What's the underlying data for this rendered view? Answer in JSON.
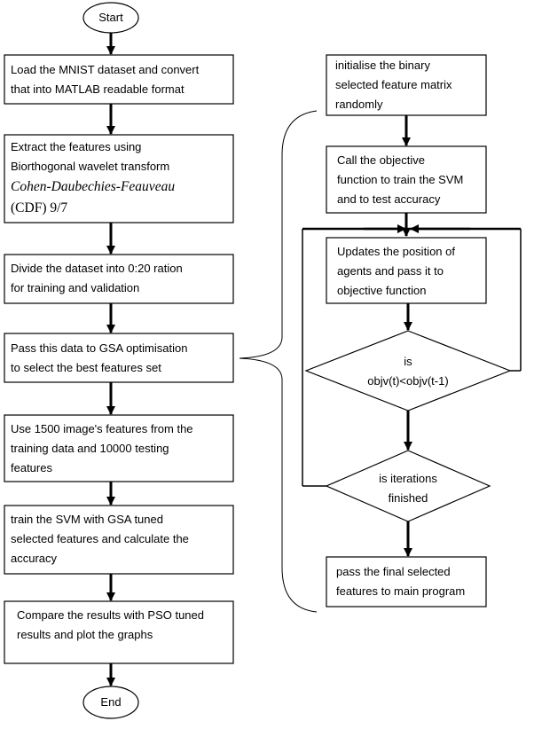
{
  "flowchart": {
    "start_label": "Start",
    "end_label": "End",
    "main_steps": [
      [
        "Load the MNIST dataset and convert",
        "that into MATLAB readable format"
      ],
      [
        "Extract the features using",
        "Biorthogonal wavelet transform"
      ],
      [
        "Divide the dataset into 0:20 ration",
        "for training and validation"
      ],
      [
        "Pass this data to GSA optimisation",
        "to select the best features set"
      ],
      [
        "Use 1500 image's features from the",
        "training data and 10000 testing",
        "features"
      ],
      [
        "train the SVM with GSA tuned",
        "selected features and calculate the",
        "accuracy"
      ],
      [
        "Compare the results with PSO tuned",
        "results and plot the graphs"
      ]
    ],
    "wavelet_name": "Cohen-Daubechies-Feauveau",
    "wavelet_suffix": "(CDF) 9/7",
    "gsa_steps": [
      [
        "initialise the binary",
        "selected feature matrix",
        "randomly"
      ],
      [
        "Call the objective",
        "function to train the SVM",
        "and to test accuracy"
      ],
      [
        "Updates the position of",
        "agents and pass it to",
        "objective function"
      ],
      [
        "pass the final selected",
        "features to main program"
      ]
    ],
    "decision_objective": [
      "is",
      "objv(t)<objv(t-1)"
    ],
    "decision_iterations": [
      "is iterations",
      "finished"
    ]
  },
  "colors": {
    "stroke": "#000000",
    "fill": "#ffffff",
    "text": "#000000"
  }
}
